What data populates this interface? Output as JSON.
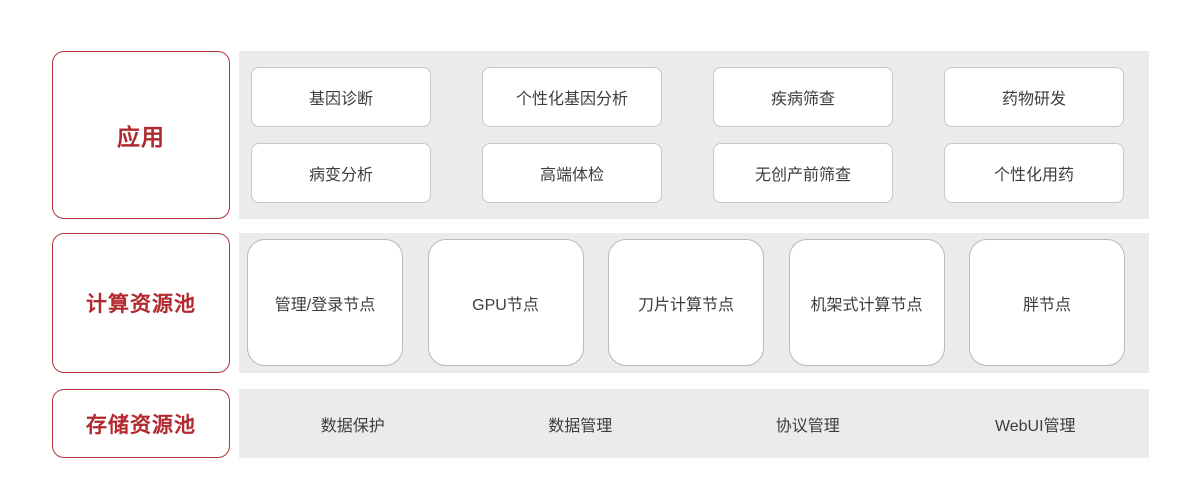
{
  "colors": {
    "accent_red": "#b2292f",
    "label_border_red": "#b2353b",
    "panel_gray": "#ebebed",
    "box_border_gray": "#c8c8c8",
    "box_text_gray": "#3d3d3d",
    "background": "#ffffff"
  },
  "application": {
    "label": "应用",
    "row1": [
      "基因诊断",
      "个性化基因分析",
      "疾病筛查",
      "药物研发"
    ],
    "row2": [
      "病变分析",
      "高端体检",
      "无创产前筛查",
      "个性化用药"
    ]
  },
  "compute": {
    "label": "计算资源池",
    "nodes": [
      "管理/登录节点",
      "GPU节点",
      "刀片计算节点",
      "机架式计算节点",
      "胖节点"
    ]
  },
  "storage": {
    "label": "存储资源池",
    "services": [
      "数据保护",
      "数据管理",
      "协议管理",
      "WebUI管理"
    ]
  }
}
